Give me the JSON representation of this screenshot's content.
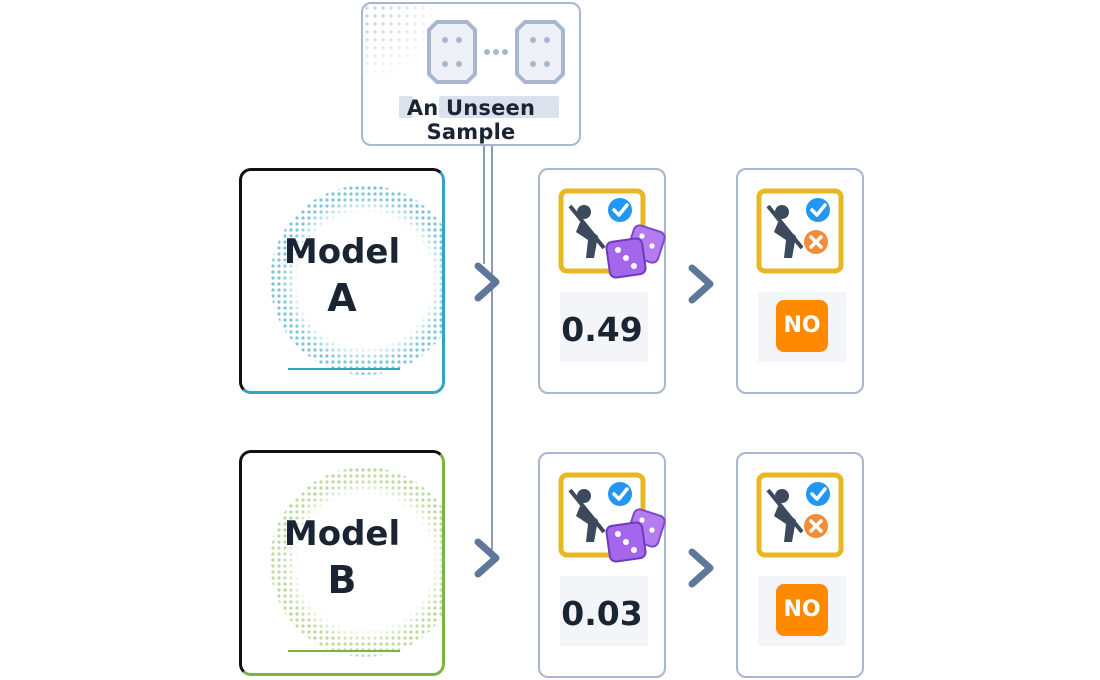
{
  "sample": {
    "label": "An Unseen Sample"
  },
  "models": [
    {
      "label_line1": "Model",
      "label_line2": "A",
      "accent": "#33a6bf"
    },
    {
      "label_line1": "Model",
      "label_line2": "B",
      "accent": "#7cb342"
    }
  ],
  "scores": [
    "0.49",
    "0.03"
  ],
  "decisions": [
    "NO",
    "NO"
  ],
  "colors": {
    "card_border": "#a9b6cf",
    "arrow": "#5f7899",
    "badge_orange": "#ff8a00",
    "icon_frame": "#e8b824",
    "check_blue": "#2196f3",
    "dice_purple": "#9b5de5"
  },
  "icons": [
    "chip-icon",
    "golf-player-icon",
    "checkmark-icon",
    "dice-icon",
    "cross-icon",
    "chevron-right-icon"
  ]
}
